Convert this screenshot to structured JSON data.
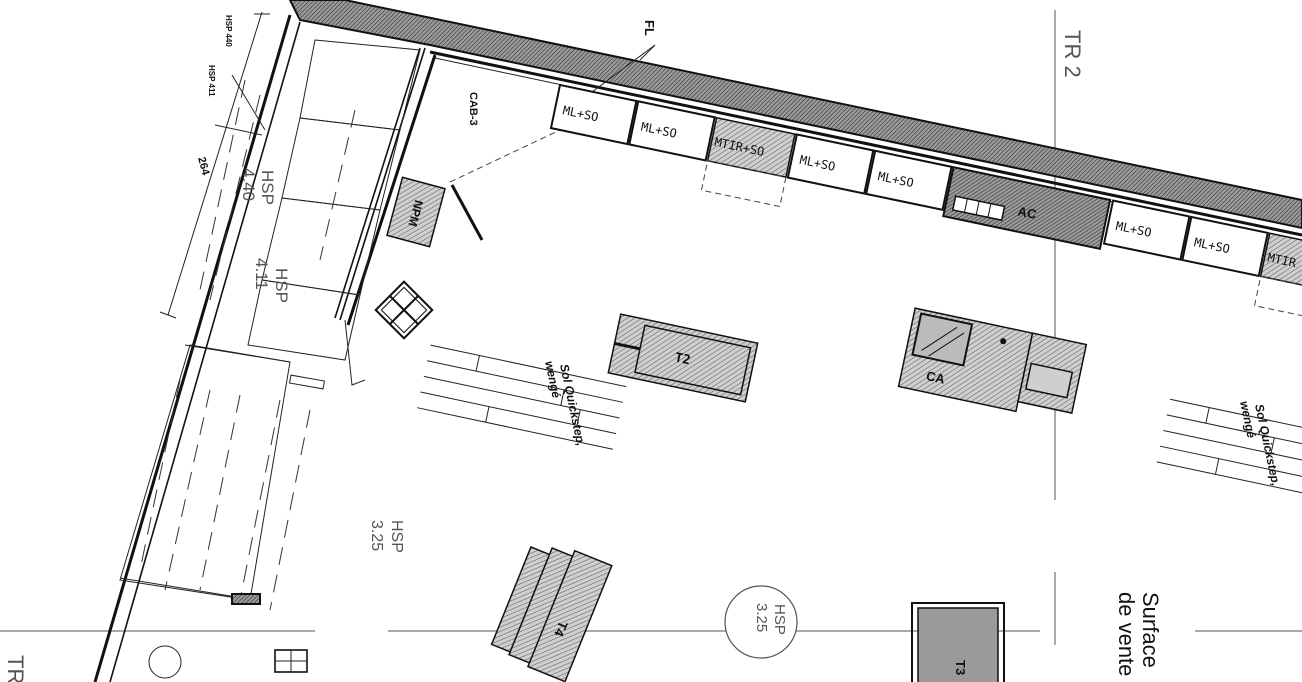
{
  "labels": {
    "fl": "FL",
    "cab": "CAB-3",
    "npm": "NPM",
    "tr2": "TR 2",
    "tr_partial": "TR",
    "hsp440": "HSP 440",
    "hsp411": "HSP 411",
    "dim264": "264",
    "hsp_a": "HSP",
    "hsp_a_val": "4.40",
    "hsp_b": "HSP",
    "hsp_b_val": "4.11",
    "hsp_c": "HSP",
    "hsp_c_val": "3.25",
    "hsp_d": "HSP",
    "hsp_d_val": "3.25",
    "t2": "T2",
    "t3": "T3",
    "t4": "T4",
    "ca": "CA",
    "ac": "AC",
    "sol_left_1": "Sol Quickstep,",
    "sol_left_2": "wengé",
    "sol_right_1": "Sol Quickstep,",
    "sol_right_2": "wengé",
    "surface_1": "Surface",
    "surface_2": "de vente"
  },
  "wall_units": [
    "ML+SO",
    "ML+SO",
    "MTIR+SO",
    "ML+SO",
    "ML+SO",
    "ML+SO",
    "ML+SO",
    "MTIR"
  ]
}
